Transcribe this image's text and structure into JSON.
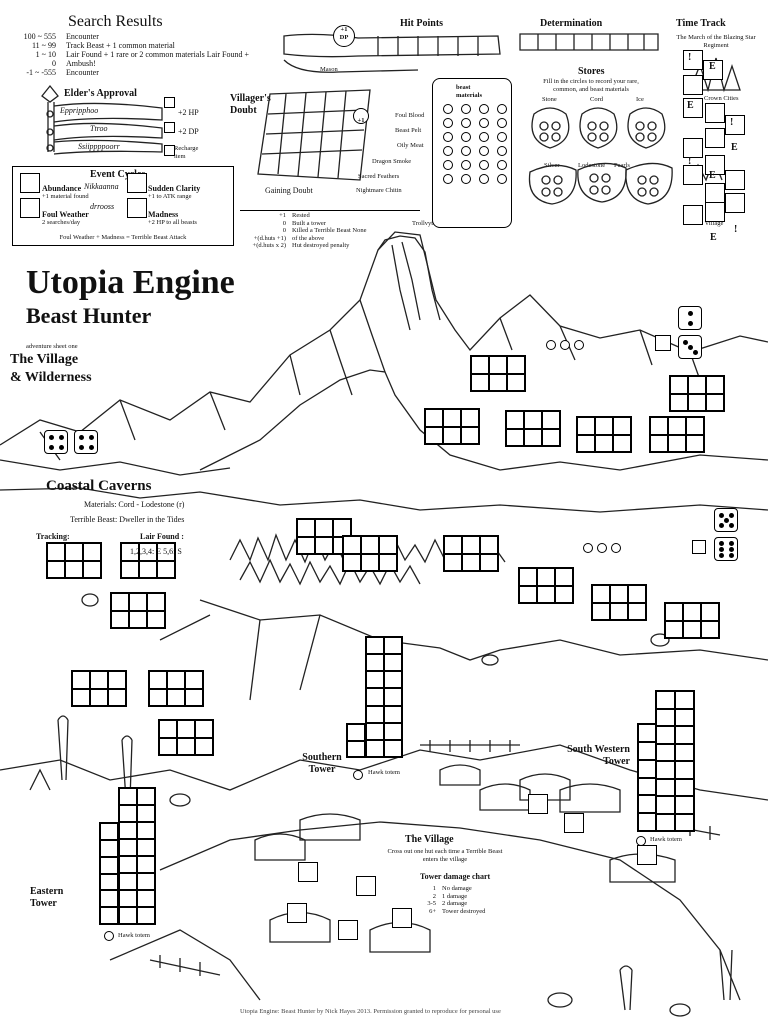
{
  "search_results": {
    "title": "Search Results",
    "rows": [
      {
        "range": "100 ~ 555",
        "result": "Encounter"
      },
      {
        "range": "11 ~ 99",
        "result": "Track Beast + 1 common material"
      },
      {
        "range": "1 ~ 10",
        "result": "Lair Found + 1 rare or 2 common materials  Lair Found +"
      },
      {
        "range": "0",
        "result": "Ambush!"
      },
      {
        "range": "-1 ~ -555",
        "result": "Encounter"
      }
    ]
  },
  "hit_points": {
    "title": "Hit Points",
    "badge_top": "+1",
    "badge_bottom": "DP",
    "name": "Mason"
  },
  "determination": {
    "title": "Determination"
  },
  "time_track": {
    "title": "Time Track",
    "subtitle": "The March of the Blazing Star Regiment",
    "crown": "Crown Cities",
    "village": "The Village",
    "marks": [
      "!",
      "E",
      "E",
      "!",
      "E",
      "!",
      "E",
      "E",
      "!"
    ]
  },
  "elders_approval": {
    "title": "Elder's Approval",
    "names": [
      "Eppripphoo",
      "Ttroo",
      "Ssiippppoorr"
    ],
    "rewards": [
      "+2 HP",
      "+2 DP",
      "Recharge item"
    ]
  },
  "villagers_doubt": {
    "title": "Villager's Doubt",
    "badge": "+1",
    "gaining": "Gaining Doubt",
    "rows": [
      {
        "v": "+1",
        "t": "Rested"
      },
      {
        "v": "0",
        "t": "Built a tower"
      },
      {
        "v": "0",
        "t": "Killed a Terrible Beast  None"
      },
      {
        "v": "+(d.huts +1)",
        "t": "of the above"
      },
      {
        "v": "+(d.huts x 2)",
        "t": "Hut destroyed penalty"
      }
    ]
  },
  "beast_materials": {
    "title": "beast materials",
    "items": [
      "Foul Blood",
      "Beast Pelt",
      "Oily Meat",
      "Dragon Smoke",
      "Sacred Feathers",
      "Nightmare Chitin",
      "Trollvyth"
    ]
  },
  "stores": {
    "title": "Stores",
    "note": "Fill in the circles to record your rare, common, and beast materials",
    "labels": [
      "Stone",
      "Cord",
      "Ice",
      "Silver",
      "Lodestone",
      "Pearls"
    ]
  },
  "event_cycles": {
    "title": "Event Cycles",
    "subtitle": "Nikkaanna",
    "subtitle2": "drrooss",
    "events": [
      {
        "name": "Abundance",
        "desc": "+1 material found"
      },
      {
        "name": "Sudden Clarity",
        "desc": "+1 to ATK range"
      },
      {
        "name": "Foul Weather",
        "desc": "2 searches/day"
      },
      {
        "name": "Madness",
        "desc": "+2 HP to all beasts"
      }
    ],
    "footer": "Foul Weather + Madness = Terrible Beast Attack"
  },
  "title": {
    "main": "Utopia Engine",
    "sub": "Beast Hunter",
    "sheet": "adventure sheet one",
    "area1": "The Village",
    "area2": "& Wilderness"
  },
  "coastal_caverns": {
    "title": "Coastal Caverns",
    "materials": "Materials: Cord  -  Lodestone (r)",
    "beast": "Terrible Beast: Dweller in the Tides",
    "tracking": "Tracking:",
    "lair": "Lair Found :",
    "lair_roll": "1,2,3,4: E  5,6: S"
  },
  "towers": {
    "southern": "Southern Tower",
    "southwestern": "South Western Tower",
    "eastern": "Eastern Tower",
    "hawk": "Hawk totem"
  },
  "village": {
    "title": "The Village",
    "desc": "Cross out one hut each time a Terrible Beast enters the village"
  },
  "damage_chart": {
    "title": "Tower damage chart",
    "rows": [
      {
        "v": "1",
        "t": "No damage"
      },
      {
        "v": "2",
        "t": "1 damage"
      },
      {
        "v": "3-5",
        "t": "2 damage"
      },
      {
        "v": "6+",
        "t": "Tower destroyed"
      }
    ]
  },
  "footer": "Utopia Engine: Beast Hunter by Nick Hayes 2013.  Permission granted to reproduce for personal use"
}
